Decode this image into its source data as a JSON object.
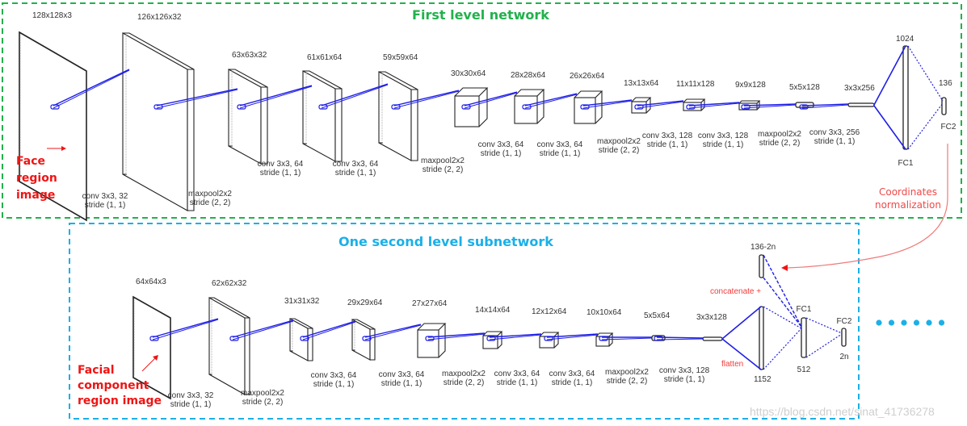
{
  "first_level": {
    "title": "First level network",
    "input_label": [
      "Face",
      "region",
      "image"
    ],
    "layers": [
      {
        "dims": "128x128x3"
      },
      {
        "dims": "126x126x32"
      },
      {
        "dims": "63x63x32"
      },
      {
        "dims": "61x61x64"
      },
      {
        "dims": "59x59x64"
      },
      {
        "dims": "30x30x64"
      },
      {
        "dims": "28x28x64"
      },
      {
        "dims": "26x26x64"
      },
      {
        "dims": "13x13x64"
      },
      {
        "dims": "11x11x128"
      },
      {
        "dims": "9x9x128"
      },
      {
        "dims": "5x5x128"
      },
      {
        "dims": "3x3x256"
      }
    ],
    "ops": [
      {
        "line1": "conv 3x3, 32",
        "line2": "stride (1, 1)"
      },
      {
        "line1": "maxpool2x2",
        "line2": "stride (2, 2)"
      },
      {
        "line1": "conv 3x3, 64",
        "line2": "stride (1, 1)"
      },
      {
        "line1": "conv 3x3, 64",
        "line2": "stride (1, 1)"
      },
      {
        "line1": "maxpool2x2",
        "line2": "stride (2, 2)"
      },
      {
        "line1": "conv 3x3, 64",
        "line2": "stride (1, 1)"
      },
      {
        "line1": "conv 3x3, 64",
        "line2": "stride (1, 1)"
      },
      {
        "line1": "maxpool2x2",
        "line2": "stride (2, 2)"
      },
      {
        "line1": "conv 3x3, 128",
        "line2": "stride (1, 1)"
      },
      {
        "line1": "conv 3x3, 128",
        "line2": "stride (1, 1)"
      },
      {
        "line1": "maxpool2x2",
        "line2": "stride (2, 2)"
      },
      {
        "line1": "conv 3x3, 256",
        "line2": "stride (1, 1)"
      }
    ],
    "fc1": {
      "size": "1024",
      "name": "FC1"
    },
    "fc2": {
      "size": "136",
      "name": "FC2"
    }
  },
  "connector": {
    "label_line1": "Coordinates",
    "label_line2": "normalization"
  },
  "second_level": {
    "title": "One second level subnetwork",
    "input_label": [
      "Facial",
      "component",
      "region image"
    ],
    "layers": [
      {
        "dims": "64x64x3"
      },
      {
        "dims": "62x62x32"
      },
      {
        "dims": "31x31x32"
      },
      {
        "dims": "29x29x64"
      },
      {
        "dims": "27x27x64"
      },
      {
        "dims": "14x14x64"
      },
      {
        "dims": "12x12x64"
      },
      {
        "dims": "10x10x64"
      },
      {
        "dims": "5x5x64"
      },
      {
        "dims": "3x3x128"
      }
    ],
    "ops": [
      {
        "line1": "conv 3x3, 32",
        "line2": "stride (1, 1)"
      },
      {
        "line1": "maxpool2x2",
        "line2": "stride (2, 2)"
      },
      {
        "line1": "conv 3x3, 64",
        "line2": "stride (1, 1)"
      },
      {
        "line1": "conv 3x3, 64",
        "line2": "stride (1, 1)"
      },
      {
        "line1": "maxpool2x2",
        "line2": "stride (2, 2)"
      },
      {
        "line1": "conv 3x3, 64",
        "line2": "stride (1, 1)"
      },
      {
        "line1": "conv 3x3, 64",
        "line2": "stride (1, 1)"
      },
      {
        "line1": "maxpool2x2",
        "line2": "stride (2, 2)"
      },
      {
        "line1": "conv 3x3, 128",
        "line2": "stride (1, 1)"
      }
    ],
    "flatten_label": "flatten",
    "flat": {
      "size": "1152"
    },
    "concat_label": "concatenate +",
    "concat_input": {
      "size": "136-2n"
    },
    "fc1": {
      "size": "512",
      "name": "FC1"
    },
    "fc2": {
      "size": "2n",
      "name": "FC2"
    },
    "more_indicator": "......"
  },
  "colors": {
    "green": "#22b14c",
    "blue_title": "#1ab0e8",
    "connection": "#1f1fe6",
    "red": "#f01414",
    "pink_arrow": "#f07a7a"
  },
  "watermark": "https://blog.csdn.net/sinat_41736278"
}
